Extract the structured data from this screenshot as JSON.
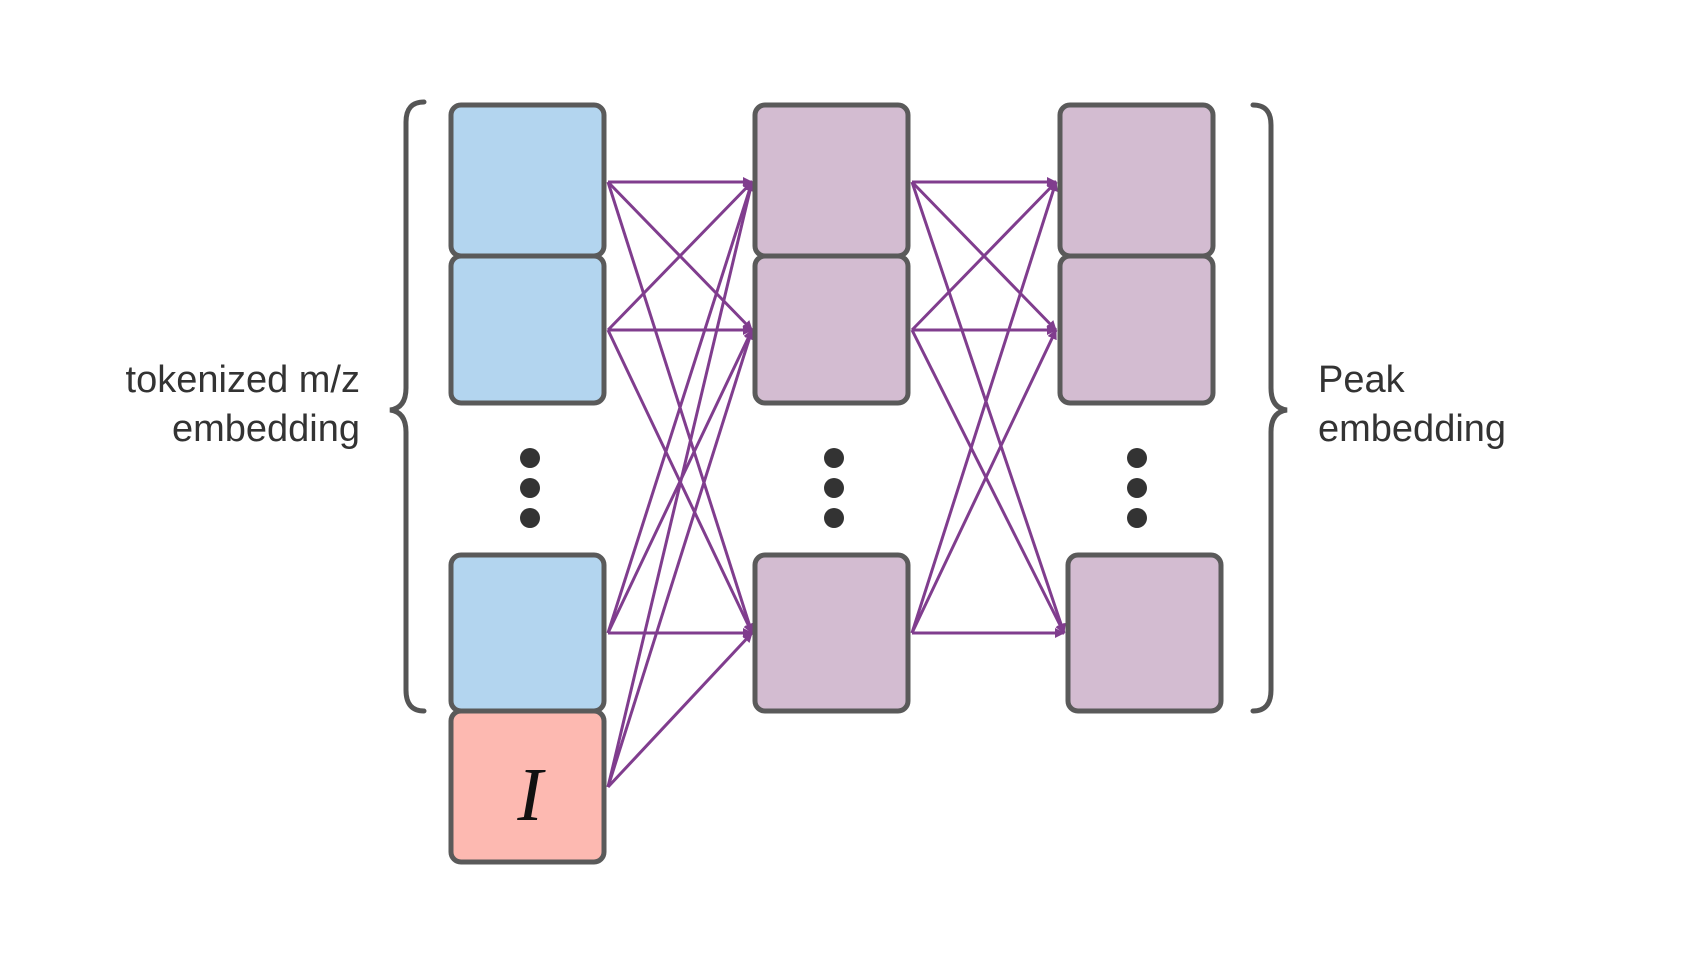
{
  "left_label": {
    "line1": "tokenized m/z",
    "line2": "embedding"
  },
  "right_label": {
    "line1": "Peak",
    "line2": "embedding"
  },
  "intensity_symbol": "I",
  "colors": {
    "input_fill": "#b3d5ef",
    "intensity_fill": "#fdb9b1",
    "hidden_fill": "#d3bcd1",
    "box_stroke": "#5a5a5a",
    "arrow": "#803d8e",
    "brace": "#555555",
    "dots": "#333333"
  },
  "columns": [
    {
      "name": "input",
      "nodes": [
        "input-1",
        "input-2",
        "input-n",
        "intensity"
      ]
    },
    {
      "name": "hidden-1",
      "nodes": [
        "h1-1",
        "h1-2",
        "h1-n"
      ]
    },
    {
      "name": "output",
      "nodes": [
        "out-1",
        "out-2",
        "out-n"
      ]
    }
  ]
}
